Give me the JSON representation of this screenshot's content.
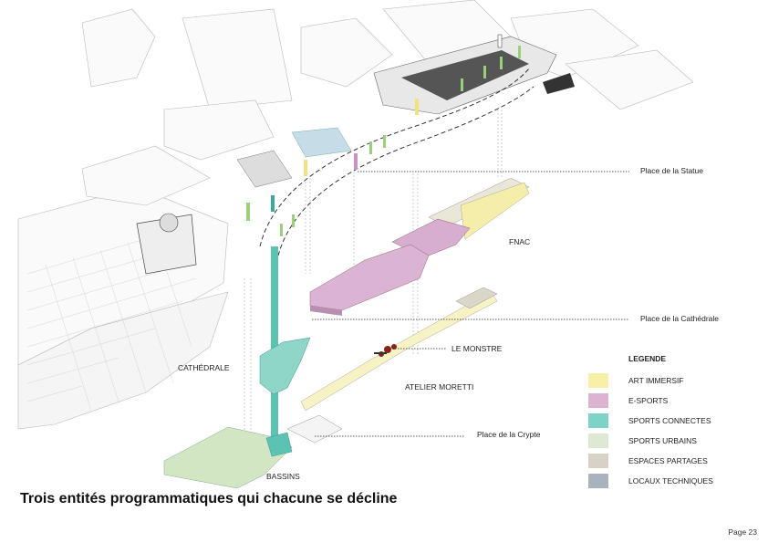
{
  "labels": {
    "place_statue": "Place de la Statue",
    "fnac": "FNAC",
    "place_cathedrale": "Place de la Cathédrale",
    "le_monstre": "LE MONSTRE",
    "cathedrale": "CATHÉDRALE",
    "atelier_moretti": "ATELIER MORETTI",
    "place_crypte": "Place de la Crypte",
    "bassins": "BASSINS"
  },
  "legend": {
    "title": "LEGENDE",
    "items": [
      {
        "label": "ART IMMERSIF",
        "color": "#f7f0a6"
      },
      {
        "label": "E-SPORTS",
        "color": "#dcb4d2"
      },
      {
        "label": "SPORTS CONNECTES",
        "color": "#7dd3c6"
      },
      {
        "label": "SPORTS URBAINS",
        "color": "#dde9d2"
      },
      {
        "label": "ESPACES PARTAGES",
        "color": "#d8d1c7"
      },
      {
        "label": "LOCAUX TECHNIQUES",
        "color": "#a9b3bd"
      }
    ]
  },
  "caption": "Trois entités programmatiques qui chacune se décline",
  "page": "Page 23"
}
